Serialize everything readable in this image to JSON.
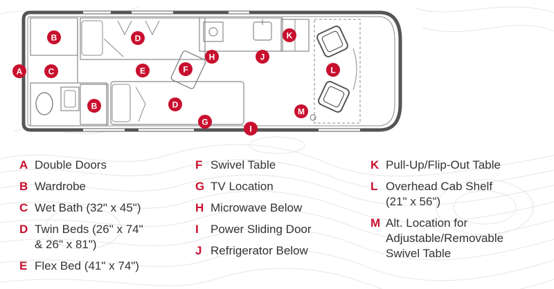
{
  "colors": {
    "accent": "#c8102e",
    "outline": "#555555",
    "fixture": "#888888",
    "text": "#333333",
    "contour": "#e9e9e9"
  },
  "markers": [
    {
      "label": "A"
    },
    {
      "label": "B"
    },
    {
      "label": "C"
    },
    {
      "label": "D"
    },
    {
      "label": "E"
    },
    {
      "label": "F"
    },
    {
      "label": "H"
    },
    {
      "label": "J"
    },
    {
      "label": "K"
    },
    {
      "label": "L"
    },
    {
      "label": "B"
    },
    {
      "label": "D"
    },
    {
      "label": "G"
    },
    {
      "label": "I"
    },
    {
      "label": "M"
    }
  ],
  "legend": {
    "col1": [
      {
        "letter": "A",
        "text": "Double Doors"
      },
      {
        "letter": "B",
        "text": "Wardrobe"
      },
      {
        "letter": "C",
        "text": "Wet Bath (32\" x 45\")"
      },
      {
        "letter": "D",
        "text": "Twin Beds (26\" x 74\"",
        "text2": "& 26\" x 81\")"
      },
      {
        "letter": "E",
        "text": "Flex Bed (41\" x 74\")"
      }
    ],
    "col2": [
      {
        "letter": "F",
        "text": "Swivel Table"
      },
      {
        "letter": "G",
        "text": "TV Location"
      },
      {
        "letter": "H",
        "text": "Microwave Below"
      },
      {
        "letter": "I",
        "text": "Power Sliding Door"
      },
      {
        "letter": "J",
        "text": "Refrigerator Below"
      }
    ],
    "col3": [
      {
        "letter": "K",
        "text": "Pull-Up/Flip-Out Table"
      },
      {
        "letter": "L",
        "text": "Overhead Cab Shelf",
        "text2": "(21\" x 56\")"
      },
      {
        "letter": "M",
        "text": "Alt. Location for",
        "text2": "Adjustable/Removable",
        "text3": "Swivel Table"
      }
    ]
  }
}
